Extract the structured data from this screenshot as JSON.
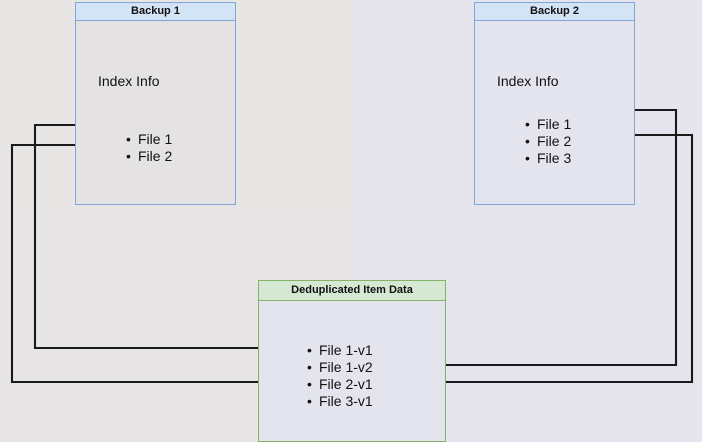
{
  "diagram": {
    "title_hidden": "",
    "background_color": "#e8e5e5",
    "colors": {
      "backup_border": "#7ea6d9",
      "backup_header_fill": "#d4e4f7",
      "backup_body_fill": "#e5e2e4",
      "backup_body_fill_tinted": "#e4e4ee",
      "dedup_border": "#82b366",
      "dedup_header_fill": "#d5e8d4",
      "connector_color": "#1a1a1a"
    }
  },
  "backup1": {
    "title": "Backup 1",
    "index_label": "Index Info",
    "files": [
      {
        "label": "File 1"
      },
      {
        "label": "File 2"
      }
    ]
  },
  "backup2": {
    "title": "Backup 2",
    "index_label": "Index Info",
    "files": [
      {
        "label": "File 1"
      },
      {
        "label": "File 2"
      },
      {
        "label": "File 3"
      }
    ]
  },
  "dedup": {
    "title": "Deduplicated Item Data",
    "items": [
      {
        "label": "File 1-v1"
      },
      {
        "label": "File 1-v2"
      },
      {
        "label": "File 2-v1"
      },
      {
        "label": "File 3-v1"
      }
    ]
  },
  "connections": [
    {
      "from": "backup1.File 1",
      "to": "dedup.File 1-v1",
      "side": "left"
    },
    {
      "from": "backup1.File 2",
      "to": "dedup.File 2-v1",
      "side": "left"
    },
    {
      "from": "backup2.File 1",
      "to": "dedup.File 1-v2",
      "side": "right"
    },
    {
      "from": "backup2.File 2",
      "to": "dedup.File 2-v1",
      "side": "right"
    }
  ]
}
